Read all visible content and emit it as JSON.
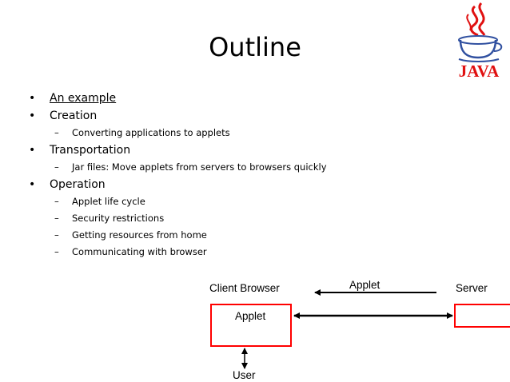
{
  "slide": {
    "title": "Outline",
    "bullets": [
      {
        "text": "An example",
        "link": true,
        "sub": []
      },
      {
        "text": "Creation",
        "link": false,
        "sub": [
          "Converting applications to applets"
        ]
      },
      {
        "text": "Transportation",
        "link": false,
        "sub": [
          "Jar files: Move applets from servers to browsers quickly"
        ]
      },
      {
        "text": "Operation",
        "link": false,
        "sub": [
          "Applet life cycle",
          "Security restrictions",
          "Getting resources from home",
          "Communicating with browser"
        ]
      }
    ],
    "bullet_glyph": "•",
    "dash_glyph": "–"
  },
  "logo": {
    "text": "JAVA",
    "icon": "java-coffee-cup-icon"
  },
  "diagram": {
    "client_label": "Client Browser",
    "server_label": "Server",
    "arrow_label": "Applet",
    "box_label": "Applet",
    "user_label": "User",
    "box_color": "#ff0000"
  }
}
